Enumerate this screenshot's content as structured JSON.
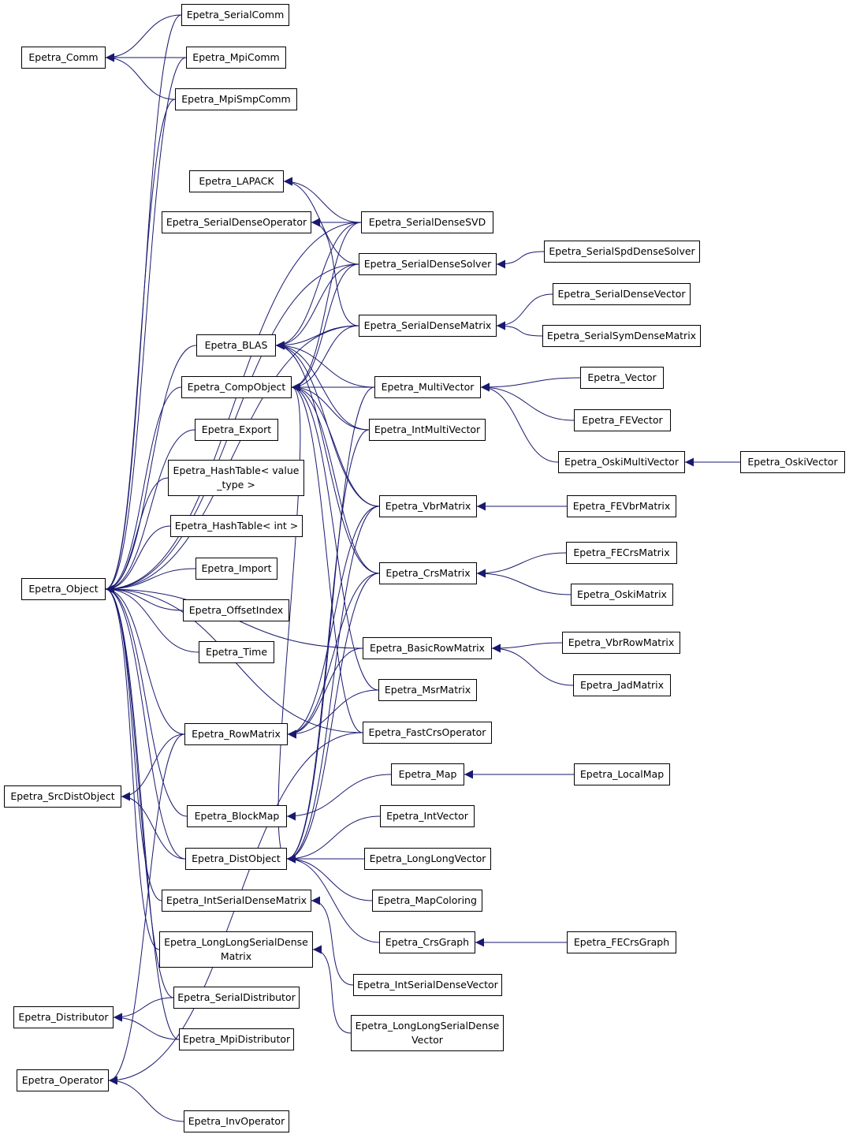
{
  "diagram": {
    "type": "class-inheritance-graph",
    "colors": {
      "edge": "#191970",
      "node_border": "#000000",
      "node_fill": "#ffffff",
      "background": "#ffffff"
    },
    "nodes": [
      {
        "id": "comm",
        "label": "Epetra_Comm"
      },
      {
        "id": "serialcomm",
        "label": "Epetra_SerialComm"
      },
      {
        "id": "mpicomm",
        "label": "Epetra_MpiComm"
      },
      {
        "id": "mpismpcomm",
        "label": "Epetra_MpiSmpComm"
      },
      {
        "id": "lapack",
        "label": "Epetra_LAPACK"
      },
      {
        "id": "sdoperator",
        "label": "Epetra_SerialDenseOperator"
      },
      {
        "id": "sdsvd",
        "label": "Epetra_SerialDenseSVD"
      },
      {
        "id": "sdsolver",
        "label": "Epetra_SerialDenseSolver"
      },
      {
        "id": "spdsolver",
        "label": "Epetra_SerialSpdDenseSolver"
      },
      {
        "id": "sdvector",
        "label": "Epetra_SerialDenseVector"
      },
      {
        "id": "sdmatrix",
        "label": "Epetra_SerialDenseMatrix"
      },
      {
        "id": "symdense",
        "label": "Epetra_SerialSymDenseMatrix"
      },
      {
        "id": "blas",
        "label": "Epetra_BLAS"
      },
      {
        "id": "compobject",
        "label": "Epetra_CompObject"
      },
      {
        "id": "multivector",
        "label": "Epetra_MultiVector"
      },
      {
        "id": "vector",
        "label": "Epetra_Vector"
      },
      {
        "id": "fevector",
        "label": "Epetra_FEVector"
      },
      {
        "id": "intmultivector",
        "label": "Epetra_IntMultiVector"
      },
      {
        "id": "oskimultivector",
        "label": "Epetra_OskiMultiVector"
      },
      {
        "id": "oskivector",
        "label": "Epetra_OskiVector"
      },
      {
        "id": "export",
        "label": "Epetra_Export"
      },
      {
        "id": "hashvalue",
        "label": "Epetra_HashTable< value _type >"
      },
      {
        "id": "hashint",
        "label": "Epetra_HashTable< int >"
      },
      {
        "id": "vbrmatrix",
        "label": "Epetra_VbrMatrix"
      },
      {
        "id": "fevbrmatrix",
        "label": "Epetra_FEVbrMatrix"
      },
      {
        "id": "import",
        "label": "Epetra_Import"
      },
      {
        "id": "fecrsmatrix",
        "label": "Epetra_FECrsMatrix"
      },
      {
        "id": "object",
        "label": "Epetra_Object"
      },
      {
        "id": "crsmatrix",
        "label": "Epetra_CrsMatrix"
      },
      {
        "id": "offsetindex",
        "label": "Epetra_OffsetIndex"
      },
      {
        "id": "oskimatrix",
        "label": "Epetra_OskiMatrix"
      },
      {
        "id": "vbrrowmatrix",
        "label": "Epetra_VbrRowMatrix"
      },
      {
        "id": "time",
        "label": "Epetra_Time"
      },
      {
        "id": "basicrowmatrix",
        "label": "Epetra_BasicRowMatrix"
      },
      {
        "id": "jadmatrix",
        "label": "Epetra_JadMatrix"
      },
      {
        "id": "msrmatrix",
        "label": "Epetra_MsrMatrix"
      },
      {
        "id": "rowmatrix",
        "label": "Epetra_RowMatrix"
      },
      {
        "id": "fastcrsop",
        "label": "Epetra_FastCrsOperator"
      },
      {
        "id": "map",
        "label": "Epetra_Map"
      },
      {
        "id": "localmap",
        "label": "Epetra_LocalMap"
      },
      {
        "id": "srcdist",
        "label": "Epetra_SrcDistObject"
      },
      {
        "id": "blockmap",
        "label": "Epetra_BlockMap"
      },
      {
        "id": "intvector",
        "label": "Epetra_IntVector"
      },
      {
        "id": "distobject",
        "label": "Epetra_DistObject"
      },
      {
        "id": "longlongvector",
        "label": "Epetra_LongLongVector"
      },
      {
        "id": "intsdmatrix",
        "label": "Epetra_IntSerialDenseMatrix"
      },
      {
        "id": "mapcoloring",
        "label": "Epetra_MapColoring"
      },
      {
        "id": "llsdmatrix",
        "label": "Epetra_LongLongSerialDense Matrix"
      },
      {
        "id": "crsgraph",
        "label": "Epetra_CrsGraph"
      },
      {
        "id": "fecrsgraph",
        "label": "Epetra_FECrsGraph"
      },
      {
        "id": "intsdvector",
        "label": "Epetra_IntSerialDenseVector"
      },
      {
        "id": "serialdistributor",
        "label": "Epetra_SerialDistributor"
      },
      {
        "id": "distributor",
        "label": "Epetra_Distributor"
      },
      {
        "id": "llsdvector",
        "label": "Epetra_LongLongSerialDense Vector"
      },
      {
        "id": "mpidistributor",
        "label": "Epetra_MpiDistributor"
      },
      {
        "id": "operator",
        "label": "Epetra_Operator"
      },
      {
        "id": "invoperator",
        "label": "Epetra_InvOperator"
      }
    ],
    "edges": [
      [
        "serialcomm",
        "comm"
      ],
      [
        "mpicomm",
        "comm"
      ],
      [
        "mpismpcomm",
        "comm"
      ],
      [
        "serialcomm",
        "object"
      ],
      [
        "mpicomm",
        "object"
      ],
      [
        "mpismpcomm",
        "object"
      ],
      [
        "sdsvd",
        "lapack"
      ],
      [
        "sdsolver",
        "lapack"
      ],
      [
        "sdsvd",
        "sdoperator"
      ],
      [
        "sdmatrix",
        "sdoperator"
      ],
      [
        "spdsolver",
        "sdsolver"
      ],
      [
        "sdvector",
        "sdmatrix"
      ],
      [
        "symdense",
        "sdmatrix"
      ],
      [
        "sdsvd",
        "object"
      ],
      [
        "sdsolver",
        "object"
      ],
      [
        "sdmatrix",
        "object"
      ],
      [
        "sdsvd",
        "blas"
      ],
      [
        "sdsolver",
        "blas"
      ],
      [
        "sdmatrix",
        "blas"
      ],
      [
        "sdsvd",
        "compobject"
      ],
      [
        "sdsolver",
        "compobject"
      ],
      [
        "sdmatrix",
        "compobject"
      ],
      [
        "multivector",
        "blas"
      ],
      [
        "intmultivector",
        "blas"
      ],
      [
        "vbrmatrix",
        "blas"
      ],
      [
        "crsmatrix",
        "blas"
      ],
      [
        "multivector",
        "compobject"
      ],
      [
        "intmultivector",
        "compobject"
      ],
      [
        "vbrmatrix",
        "compobject"
      ],
      [
        "crsmatrix",
        "compobject"
      ],
      [
        "msrmatrix",
        "compobject"
      ],
      [
        "fastcrsop",
        "compobject"
      ],
      [
        "distobject",
        "compobject"
      ],
      [
        "vector",
        "multivector"
      ],
      [
        "fevector",
        "multivector"
      ],
      [
        "oskimultivector",
        "multivector"
      ],
      [
        "oskivector",
        "oskimultivector"
      ],
      [
        "fevbrmatrix",
        "vbrmatrix"
      ],
      [
        "fecrsmatrix",
        "crsmatrix"
      ],
      [
        "oskimatrix",
        "crsmatrix"
      ],
      [
        "vbrrowmatrix",
        "basicrowmatrix"
      ],
      [
        "jadmatrix",
        "basicrowmatrix"
      ],
      [
        "basicrowmatrix",
        "object"
      ],
      [
        "msrmatrix",
        "rowmatrix"
      ],
      [
        "basicrowmatrix",
        "rowmatrix"
      ],
      [
        "vbrmatrix",
        "rowmatrix"
      ],
      [
        "crsmatrix",
        "rowmatrix"
      ],
      [
        "fastcrsop",
        "object"
      ],
      [
        "localmap",
        "map"
      ],
      [
        "map",
        "blockmap"
      ],
      [
        "blockmap",
        "object"
      ],
      [
        "compobject",
        "object"
      ],
      [
        "blas",
        "object"
      ],
      [
        "export",
        "object"
      ],
      [
        "hashvalue",
        "object"
      ],
      [
        "hashint",
        "object"
      ],
      [
        "import",
        "object"
      ],
      [
        "offsetindex",
        "object"
      ],
      [
        "time",
        "object"
      ],
      [
        "rowmatrix",
        "object"
      ],
      [
        "distobject",
        "object"
      ],
      [
        "intsdmatrix",
        "object"
      ],
      [
        "llsdmatrix",
        "object"
      ],
      [
        "serialdistributor",
        "object"
      ],
      [
        "mpidistributor",
        "object"
      ],
      [
        "rowmatrix",
        "srcdist"
      ],
      [
        "distobject",
        "srcdist"
      ],
      [
        "multivector",
        "distobject"
      ],
      [
        "intmultivector",
        "distobject"
      ],
      [
        "vbrmatrix",
        "distobject"
      ],
      [
        "crsmatrix",
        "distobject"
      ],
      [
        "intvector",
        "distobject"
      ],
      [
        "longlongvector",
        "distobject"
      ],
      [
        "mapcoloring",
        "distobject"
      ],
      [
        "crsgraph",
        "distobject"
      ],
      [
        "fecrsgraph",
        "crsgraph"
      ],
      [
        "intsdvector",
        "intsdmatrix"
      ],
      [
        "llsdvector",
        "llsdmatrix"
      ],
      [
        "serialdistributor",
        "distributor"
      ],
      [
        "mpidistributor",
        "distributor"
      ],
      [
        "invoperator",
        "operator"
      ],
      [
        "rowmatrix",
        "operator"
      ],
      [
        "fastcrsop",
        "operator"
      ]
    ]
  }
}
